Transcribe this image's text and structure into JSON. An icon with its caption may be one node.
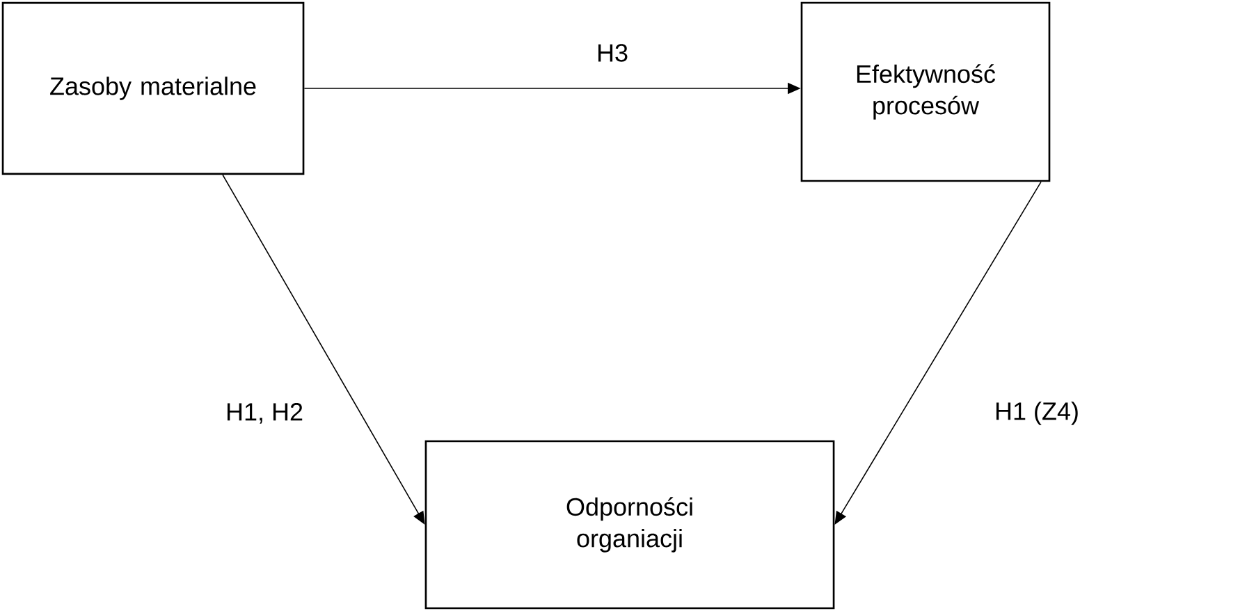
{
  "diagram": {
    "nodes": [
      {
        "text": [
          "Zasoby materialne"
        ]
      },
      {
        "text": [
          "Efektywność procesów"
        ]
      },
      {
        "text": [
          "Odporności organiacji"
        ]
      }
    ],
    "edges": [
      {
        "from": 0,
        "to": 1,
        "arrow": "to",
        "label": "H3"
      },
      {
        "from": 0,
        "to": 2,
        "arrow": "to",
        "label": "H1, H2"
      },
      {
        "from": 1,
        "to": 2,
        "arrow": "to",
        "label": "H1 (Z4)"
      }
    ]
  }
}
